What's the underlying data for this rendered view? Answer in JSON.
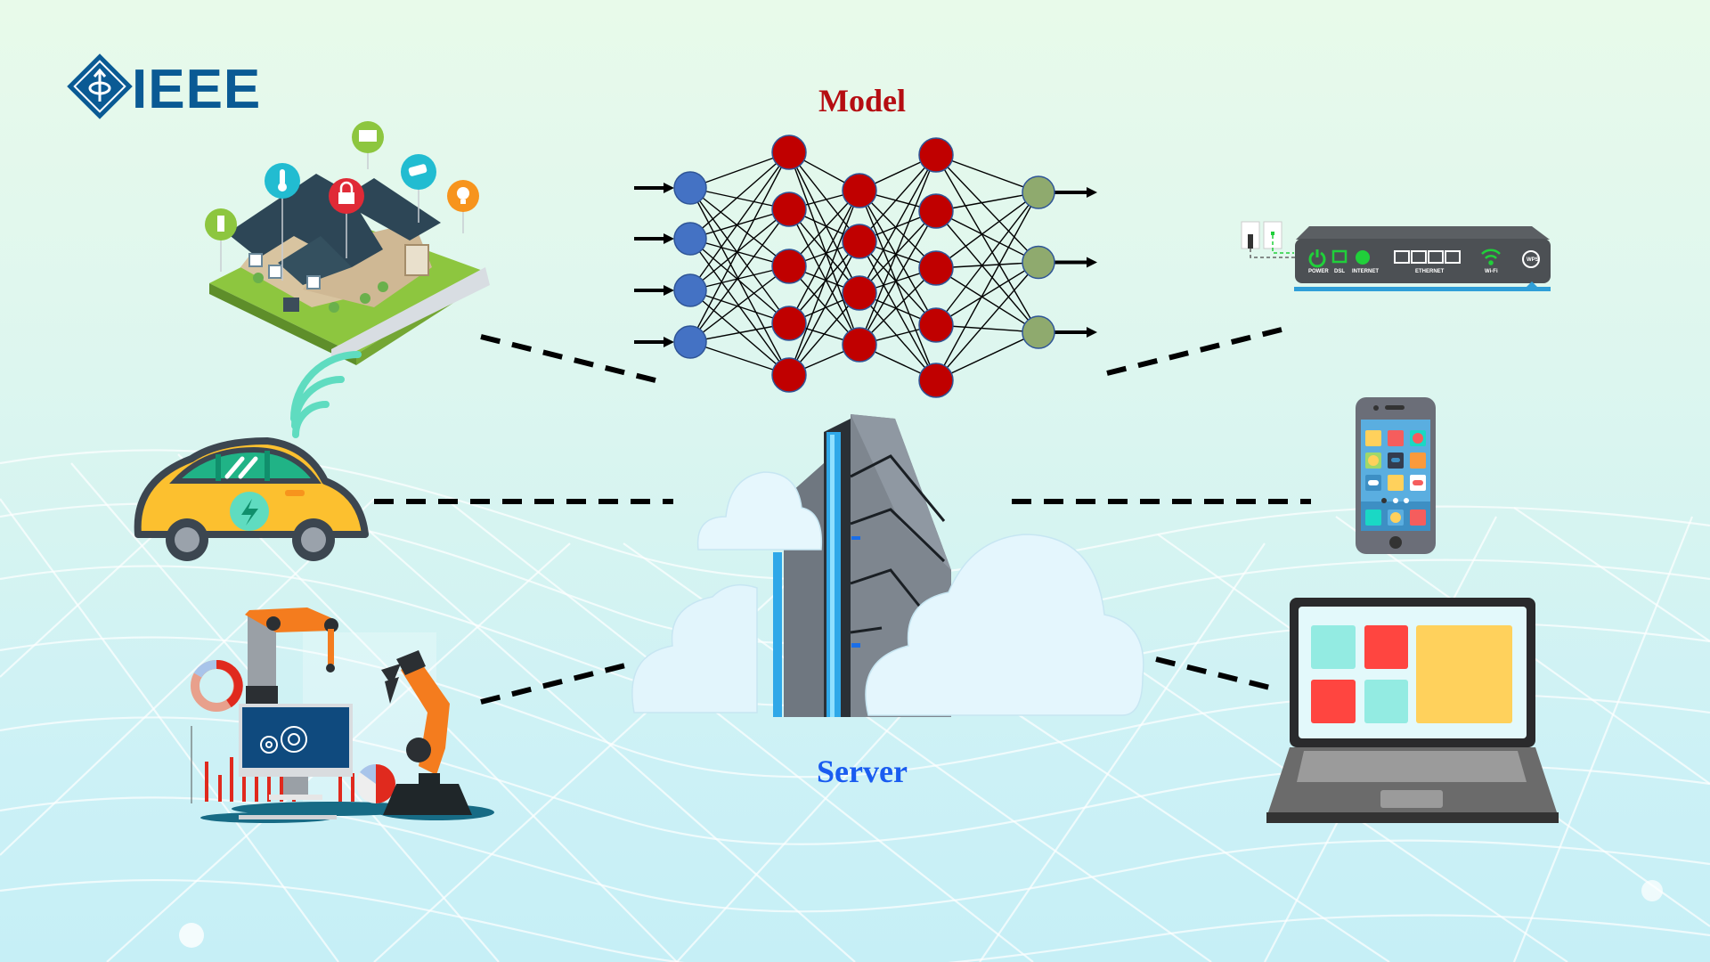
{
  "logo": {
    "text": "IEEE",
    "color": "#0a5a94"
  },
  "model": {
    "title": "Model",
    "title_color": "#b50d12"
  },
  "server": {
    "title": "Server",
    "title_color": "#1a5cf0"
  },
  "neural_network": {
    "layers": [
      {
        "name": "input",
        "nodes": 4,
        "color": "#4472c4"
      },
      {
        "name": "hidden-1",
        "nodes": 5,
        "color": "#c00000"
      },
      {
        "name": "hidden-2",
        "nodes": 4,
        "color": "#c00000"
      },
      {
        "name": "hidden-3",
        "nodes": 5,
        "color": "#c00000"
      },
      {
        "name": "output",
        "nodes": 3,
        "color": "#8faa6e"
      }
    ]
  },
  "router": {
    "labels": {
      "power": "POWER",
      "dsl": "DSL",
      "internet": "INTERNET",
      "ethernet": "ETHERNET",
      "wifi": "Wi-Fi",
      "wps": "WPS"
    }
  },
  "clients": [
    {
      "name": "smart-home",
      "icon": "house-icon"
    },
    {
      "name": "electric-vehicle",
      "icon": "car-icon"
    },
    {
      "name": "industrial-robot",
      "icon": "robot-arm-icon"
    },
    {
      "name": "router",
      "icon": "router-icon"
    },
    {
      "name": "smartphone",
      "icon": "phone-icon"
    },
    {
      "name": "laptop",
      "icon": "laptop-icon"
    }
  ],
  "colors": {
    "connector": "#000000",
    "accent_blue": "#2fa8e8",
    "teal": "#5fdcc0"
  }
}
